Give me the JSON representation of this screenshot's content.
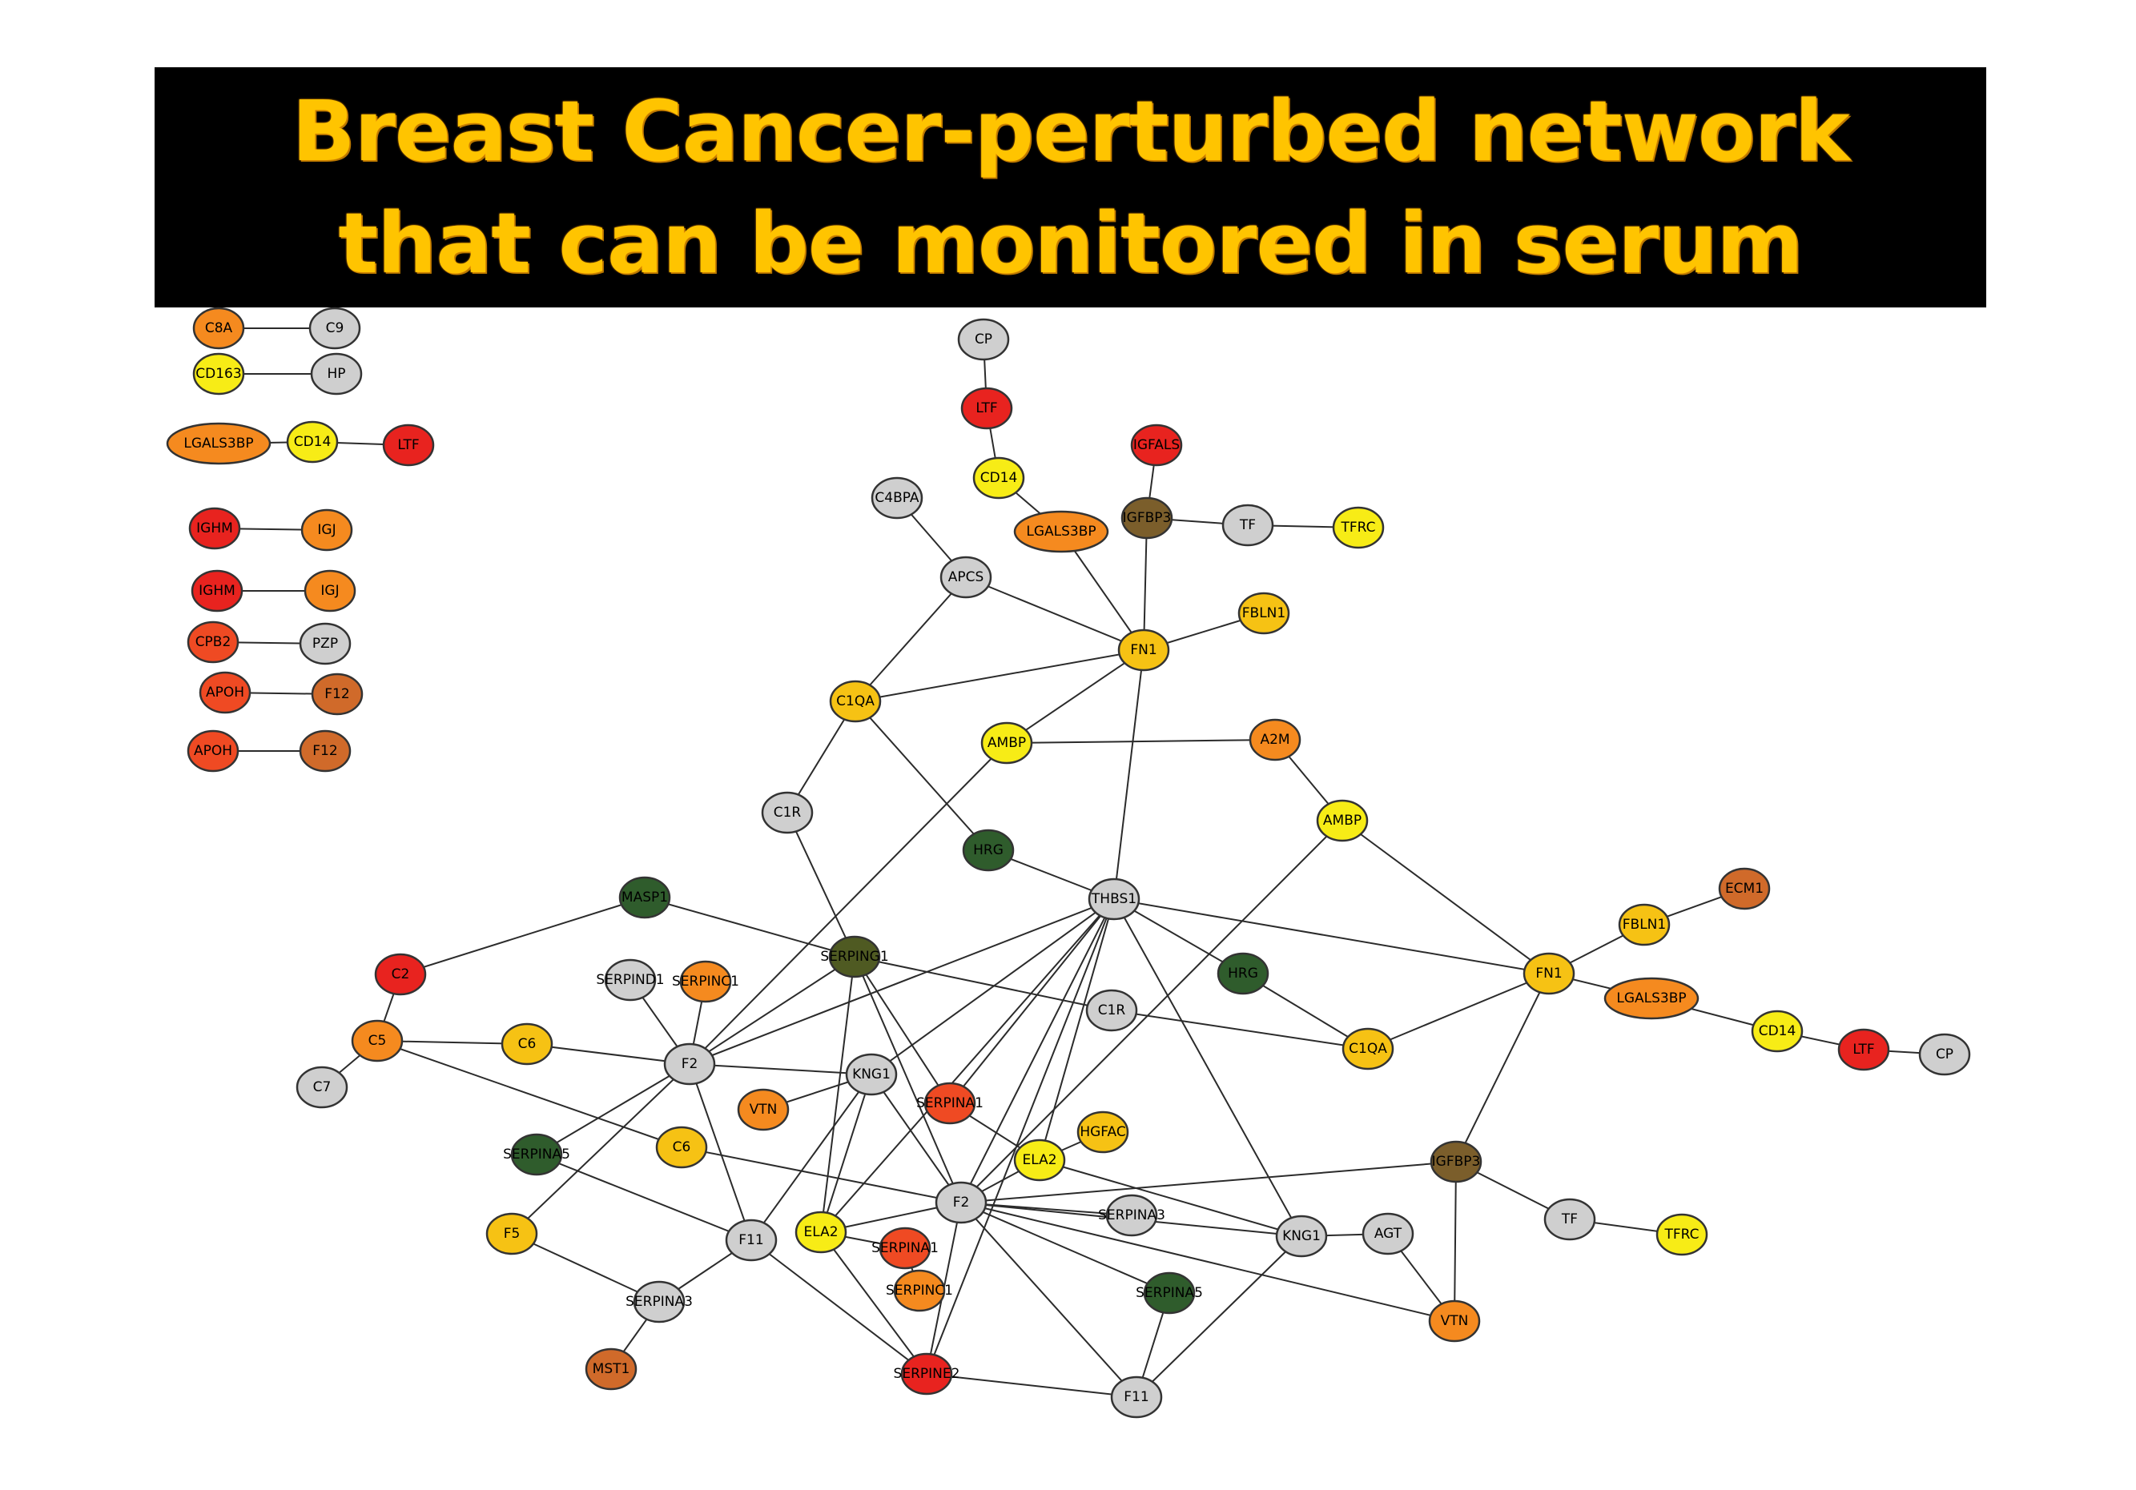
{
  "title": {
    "line1": "Breast Cancer-perturbed network",
    "line2": "that can be monitored in serum"
  },
  "colors": {
    "gray": "#cfcfcf",
    "yellow": "#f7ec16",
    "gold": "#f6c214",
    "orange": "#f58a1f",
    "redorange": "#ef4a23",
    "red": "#e8231f",
    "brownorange": "#d06a2a",
    "olive": "#7b5e2b",
    "darkolive": "#4f5a22",
    "green": "#2f5c2c",
    "edge": "#2b2b2b",
    "title_text": "#ffc400",
    "banner": "#000000"
  },
  "nodes": [
    {
      "id": "s1a",
      "label": "C8A",
      "color": "orange"
    },
    {
      "id": "s1b",
      "label": "C9",
      "color": "gray"
    },
    {
      "id": "s2a",
      "label": "CD163",
      "color": "yellow"
    },
    {
      "id": "s2b",
      "label": "HP",
      "color": "gray"
    },
    {
      "id": "s3a",
      "label": "LGALS3BP",
      "color": "orange"
    },
    {
      "id": "s3b",
      "label": "CD14",
      "color": "yellow"
    },
    {
      "id": "s3c",
      "label": "LTF",
      "color": "red"
    },
    {
      "id": "s4a",
      "label": "IGHM",
      "color": "red"
    },
    {
      "id": "s4b",
      "label": "IGJ",
      "color": "orange"
    },
    {
      "id": "s5a",
      "label": "IGHM",
      "color": "red"
    },
    {
      "id": "s5b",
      "label": "IGJ",
      "color": "orange"
    },
    {
      "id": "s6a",
      "label": "CPB2",
      "color": "redorange"
    },
    {
      "id": "s6b",
      "label": "PZP",
      "color": "gray"
    },
    {
      "id": "s7a",
      "label": "APOH",
      "color": "redorange"
    },
    {
      "id": "s7b",
      "label": "F12",
      "color": "brownorange"
    },
    {
      "id": "s8a",
      "label": "APOH",
      "color": "redorange"
    },
    {
      "id": "s8b",
      "label": "F12",
      "color": "brownorange"
    },
    {
      "id": "cp1",
      "label": "CP",
      "color": "gray"
    },
    {
      "id": "ltf1",
      "label": "LTF",
      "color": "red"
    },
    {
      "id": "cd14a",
      "label": "CD14",
      "color": "yellow"
    },
    {
      "id": "lgals1",
      "label": "LGALS3BP",
      "color": "orange"
    },
    {
      "id": "igfals",
      "label": "IGFALS",
      "color": "red"
    },
    {
      "id": "igfbp3a",
      "label": "IGFBP3",
      "color": "olive"
    },
    {
      "id": "tf1",
      "label": "TF",
      "color": "gray"
    },
    {
      "id": "tfrc1",
      "label": "TFRC",
      "color": "yellow"
    },
    {
      "id": "c4bpa",
      "label": "C4BPA",
      "color": "gray"
    },
    {
      "id": "apcs",
      "label": "APCS",
      "color": "gray"
    },
    {
      "id": "fbln1a",
      "label": "FBLN1",
      "color": "gold"
    },
    {
      "id": "fn1a",
      "label": "FN1",
      "color": "gold"
    },
    {
      "id": "c1qa1",
      "label": "C1QA",
      "color": "gold"
    },
    {
      "id": "ambp1",
      "label": "AMBP",
      "color": "yellow"
    },
    {
      "id": "a2m",
      "label": "A2M",
      "color": "orange"
    },
    {
      "id": "c1r1",
      "label": "C1R",
      "color": "gray"
    },
    {
      "id": "ambp2",
      "label": "AMBP",
      "color": "yellow"
    },
    {
      "id": "hrg1",
      "label": "HRG",
      "color": "green"
    },
    {
      "id": "thbs1",
      "label": "THBS1",
      "color": "gray"
    },
    {
      "id": "masp1",
      "label": "MASP1",
      "color": "green"
    },
    {
      "id": "ecm1",
      "label": "ECM1",
      "color": "brownorange"
    },
    {
      "id": "fbln1b",
      "label": "FBLN1",
      "color": "gold"
    },
    {
      "id": "c2",
      "label": "C2",
      "color": "red"
    },
    {
      "id": "serping1",
      "label": "SERPING1",
      "color": "darkolive"
    },
    {
      "id": "hrg2",
      "label": "HRG",
      "color": "green"
    },
    {
      "id": "fn1b",
      "label": "FN1",
      "color": "gold"
    },
    {
      "id": "serpind1",
      "label": "SERPIND1",
      "color": "gray"
    },
    {
      "id": "serpinc1a",
      "label": "SERPINC1",
      "color": "orange"
    },
    {
      "id": "lgals2",
      "label": "LGALS3BP",
      "color": "orange"
    },
    {
      "id": "c1r2",
      "label": "C1R",
      "color": "gray"
    },
    {
      "id": "c5",
      "label": "C5",
      "color": "orange"
    },
    {
      "id": "c6a",
      "label": "C6",
      "color": "gold"
    },
    {
      "id": "c1qa2",
      "label": "C1QA",
      "color": "gold"
    },
    {
      "id": "cd14b",
      "label": "CD14",
      "color": "yellow"
    },
    {
      "id": "ltf2",
      "label": "LTF",
      "color": "red"
    },
    {
      "id": "cp2",
      "label": "CP",
      "color": "gray"
    },
    {
      "id": "c7",
      "label": "C7",
      "color": "gray"
    },
    {
      "id": "f2a",
      "label": "F2",
      "color": "gray"
    },
    {
      "id": "kng1a",
      "label": "KNG1",
      "color": "gray"
    },
    {
      "id": "vtn1",
      "label": "VTN",
      "color": "orange"
    },
    {
      "id": "serpina1a",
      "label": "SERPINA1",
      "color": "redorange"
    },
    {
      "id": "hgfac",
      "label": "HGFAC",
      "color": "gold"
    },
    {
      "id": "serpina5a",
      "label": "SERPINA5",
      "color": "green"
    },
    {
      "id": "c6b",
      "label": "C6",
      "color": "gold"
    },
    {
      "id": "ela2a",
      "label": "ELA2",
      "color": "yellow"
    },
    {
      "id": "igfbp3b",
      "label": "IGFBP3",
      "color": "olive"
    },
    {
      "id": "f2b",
      "label": "F2",
      "color": "gray"
    },
    {
      "id": "serpina3a",
      "label": "SERPINA3",
      "color": "gray"
    },
    {
      "id": "tf2",
      "label": "TF",
      "color": "gray"
    },
    {
      "id": "f5",
      "label": "F5",
      "color": "gold"
    },
    {
      "id": "f11a",
      "label": "F11",
      "color": "gray"
    },
    {
      "id": "ela2b",
      "label": "ELA2",
      "color": "yellow"
    },
    {
      "id": "serpina1b",
      "label": "SERPINA1",
      "color": "redorange"
    },
    {
      "id": "kng1b",
      "label": "KNG1",
      "color": "gray"
    },
    {
      "id": "agt",
      "label": "AGT",
      "color": "gray"
    },
    {
      "id": "tfrc2",
      "label": "TFRC",
      "color": "yellow"
    },
    {
      "id": "serpinc1b",
      "label": "SERPINC1",
      "color": "orange"
    },
    {
      "id": "serpina5b",
      "label": "SERPINA5",
      "color": "green"
    },
    {
      "id": "serpina3b",
      "label": "SERPINA3",
      "color": "gray"
    },
    {
      "id": "vtn2",
      "label": "VTN",
      "color": "orange"
    },
    {
      "id": "mst1",
      "label": "MST1",
      "color": "brownorange"
    },
    {
      "id": "serpine2",
      "label": "SERPINE2",
      "color": "red"
    },
    {
      "id": "f11b",
      "label": "F11",
      "color": "gray"
    }
  ],
  "edges": [
    [
      "s1a",
      "s1b"
    ],
    [
      "s2a",
      "s2b"
    ],
    [
      "s3a",
      "s3b"
    ],
    [
      "s3b",
      "s3c"
    ],
    [
      "s4a",
      "s4b"
    ],
    [
      "s5a",
      "s5b"
    ],
    [
      "s6a",
      "s6b"
    ],
    [
      "s7a",
      "s7b"
    ],
    [
      "s8a",
      "s8b"
    ],
    [
      "cp1",
      "ltf1"
    ],
    [
      "ltf1",
      "cd14a"
    ],
    [
      "cd14a",
      "lgals1"
    ],
    [
      "lgals1",
      "fn1a"
    ],
    [
      "igfals",
      "igfbp3a"
    ],
    [
      "igfbp3a",
      "tf1"
    ],
    [
      "tf1",
      "tfrc1"
    ],
    [
      "igfbp3a",
      "fn1a"
    ],
    [
      "c4bpa",
      "apcs"
    ],
    [
      "apcs",
      "fn1a"
    ],
    [
      "apcs",
      "c1qa1"
    ],
    [
      "fbln1a",
      "fn1a"
    ],
    [
      "fn1a",
      "c1qa1"
    ],
    [
      "fn1a",
      "ambp1"
    ],
    [
      "fn1a",
      "thbs1"
    ],
    [
      "c1qa1",
      "c1r1"
    ],
    [
      "c1qa1",
      "hrg1"
    ],
    [
      "ambp1",
      "a2m"
    ],
    [
      "ambp1",
      "f2a"
    ],
    [
      "a2m",
      "ambp2"
    ],
    [
      "ambp2",
      "fn1b"
    ],
    [
      "ambp2",
      "f2b"
    ],
    [
      "c1r1",
      "serping1"
    ],
    [
      "hrg1",
      "thbs1"
    ],
    [
      "thbs1",
      "fn1b"
    ],
    [
      "thbs1",
      "hrg2"
    ],
    [
      "thbs1",
      "f2a"
    ],
    [
      "thbs1",
      "kng1a"
    ],
    [
      "thbs1",
      "serpina1a"
    ],
    [
      "thbs1",
      "ela2a"
    ],
    [
      "thbs1",
      "f2b"
    ],
    [
      "thbs1",
      "kng1b"
    ],
    [
      "thbs1",
      "ela2b"
    ],
    [
      "masp1",
      "c2"
    ],
    [
      "masp1",
      "serping1"
    ],
    [
      "ecm1",
      "fbln1b"
    ],
    [
      "fbln1b",
      "fn1b"
    ],
    [
      "fn1b",
      "lgals2"
    ],
    [
      "lgals2",
      "cd14b"
    ],
    [
      "cd14b",
      "ltf2"
    ],
    [
      "ltf2",
      "cp2"
    ],
    [
      "fn1b",
      "c1qa2"
    ],
    [
      "fn1b",
      "igfbp3b"
    ],
    [
      "hrg2",
      "c1qa2"
    ],
    [
      "c1r2",
      "c1qa2"
    ],
    [
      "serping1",
      "c1r2"
    ],
    [
      "serping1",
      "f2a"
    ],
    [
      "serping1",
      "ela2b"
    ],
    [
      "serping1",
      "serpina1a"
    ],
    [
      "serping1",
      "f2b"
    ],
    [
      "c2",
      "c5"
    ],
    [
      "c5",
      "c7"
    ],
    [
      "c5",
      "c6a"
    ],
    [
      "c5",
      "c6b"
    ],
    [
      "c6a",
      "f2a"
    ],
    [
      "serpind1",
      "f2a"
    ],
    [
      "serpinc1a",
      "f2a"
    ],
    [
      "f2a",
      "kng1a"
    ],
    [
      "f2a",
      "serpina5a"
    ],
    [
      "f2a",
      "f5"
    ],
    [
      "f2a",
      "f11a"
    ],
    [
      "kng1a",
      "vtn1"
    ],
    [
      "kng1a",
      "f11a"
    ],
    [
      "kng1a",
      "ela2b"
    ],
    [
      "kng1a",
      "f2b"
    ],
    [
      "serpina1a",
      "ela2a"
    ],
    [
      "ela2a",
      "hgfac"
    ],
    [
      "ela2a",
      "f2b"
    ],
    [
      "ela2a",
      "kng1b"
    ],
    [
      "serpina5a",
      "f11a"
    ],
    [
      "c6b",
      "f2b"
    ],
    [
      "f2b",
      "igfbp3b"
    ],
    [
      "f2b",
      "serpina3a"
    ],
    [
      "f2b",
      "kng1b"
    ],
    [
      "f2b",
      "vtn2"
    ],
    [
      "f2b",
      "serpine2"
    ],
    [
      "f2b",
      "f11b"
    ],
    [
      "f2b",
      "serpina5b"
    ],
    [
      "f2b",
      "ela2b"
    ],
    [
      "igfbp3b",
      "tf2"
    ],
    [
      "tf2",
      "tfrc2"
    ],
    [
      "igfbp3b",
      "vtn2"
    ],
    [
      "kng1b",
      "agt"
    ],
    [
      "kng1b",
      "f11b"
    ],
    [
      "agt",
      "vtn2"
    ],
    [
      "f5",
      "serpina3b"
    ],
    [
      "serpina3b",
      "mst1"
    ],
    [
      "f11a",
      "serpina3b"
    ],
    [
      "f11a",
      "serpine2"
    ],
    [
      "ela2b",
      "serpina1b"
    ],
    [
      "ela2b",
      "serpine2"
    ],
    [
      "serpina1b",
      "serpinc1b"
    ],
    [
      "serpina5b",
      "f11b"
    ],
    [
      "serpine2",
      "f11b"
    ],
    [
      "serpine2",
      "thbs1"
    ]
  ]
}
